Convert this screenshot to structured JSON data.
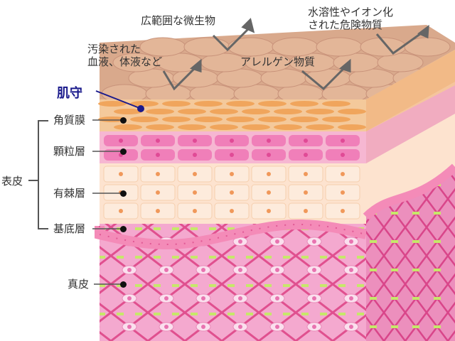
{
  "threats": {
    "broad_microbes": "広範囲な微生物",
    "water_soluble": "水溶性やイオン化\nされた危険物質",
    "pollutants": "汚染された\n血液、体液など",
    "allergens": "アレルゲン物質"
  },
  "barrier_label": "肌守",
  "epidermis_label": "表皮",
  "layers": {
    "stratum_corneum": "角質膜",
    "stratum_granulosum": "顆粒層",
    "stratum_spinosum": "有棘層",
    "stratum_basale": "基底層",
    "dermis": "真皮"
  },
  "colors": {
    "surface": "#d9a98c",
    "corneum": "#f4c99b",
    "corneum_cell": "#f0a55c",
    "granular": "#f6b7d2",
    "granular_cell": "#f07fb9",
    "spinous": "#fde3cf",
    "nucleus": "#f0985a",
    "basal": "#f48bb8",
    "dermis": "#f4a9cf",
    "fiber_pink": "#e0508f",
    "fiber_green": "#c6e86a",
    "barrier_text": "#1a1a8c",
    "arrow": "#666666"
  }
}
